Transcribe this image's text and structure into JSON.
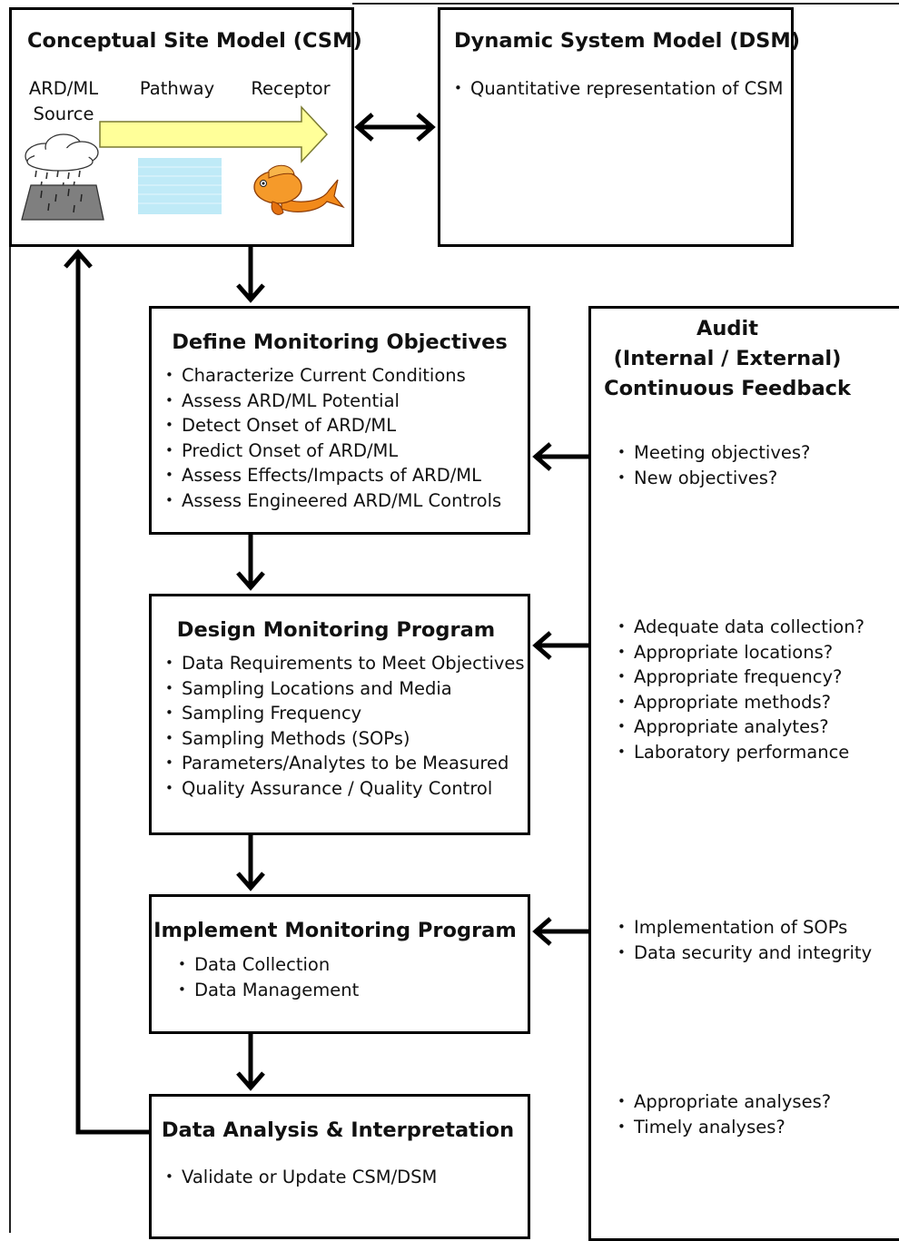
{
  "csm": {
    "title": "Conceptual Site Model (CSM)",
    "source_label_1": "ARD/ML",
    "source_label_2": "Source",
    "pathway_label": "Pathway",
    "receptor_label": "Receptor"
  },
  "dsm": {
    "title": "Dynamic System Model (DSM)",
    "bullets": [
      "Quantitative representation of CSM"
    ]
  },
  "define": {
    "title": "Define Monitoring Objectives",
    "bullets": [
      "Characterize Current Conditions",
      "Assess ARD/ML Potential",
      "Detect Onset of ARD/ML",
      "Predict Onset of ARD/ML",
      "Assess Effects/Impacts of ARD/ML",
      "Assess Engineered  ARD/ML Controls"
    ]
  },
  "design": {
    "title": "Design Monitoring Program",
    "bullets": [
      "Data Requirements to Meet Objectives",
      "Sampling Locations and Media",
      "Sampling Frequency",
      "Sampling Methods (SOPs)",
      "Parameters/Analytes to be Measured",
      "Quality Assurance / Quality Control"
    ]
  },
  "implement": {
    "title": "Implement Monitoring Program",
    "bullets": [
      "Data Collection",
      "Data Management"
    ]
  },
  "analysis": {
    "title": "Data Analysis & Interpretation",
    "bullets": [
      "Validate or Update CSM/DSM"
    ]
  },
  "audit": {
    "title_line_1": "Audit",
    "title_line_2": "(Internal / External)",
    "title_line_3": "Continuous Feedback",
    "define_feedback": [
      "Meeting objectives?",
      "New objectives?"
    ],
    "design_feedback": [
      "Adequate data collection?",
      "Appropriate locations?",
      "Appropriate frequency?",
      "Appropriate methods?",
      "Appropriate analytes?",
      "Laboratory performance"
    ],
    "implement_feedback": [
      "Implementation of SOPs",
      "Data security and integrity"
    ],
    "analysis_feedback": [
      "Appropriate analyses?",
      "Timely analyses?"
    ]
  },
  "colors": {
    "arrow_fill": "#ffff99",
    "water": "#bfeaf7",
    "fish": "#f28a1a",
    "rock": "#7f7f7f"
  },
  "icons": [
    "cloud-icon",
    "rain-icon",
    "rock-pile-icon",
    "water-icon",
    "goldfish-icon"
  ]
}
